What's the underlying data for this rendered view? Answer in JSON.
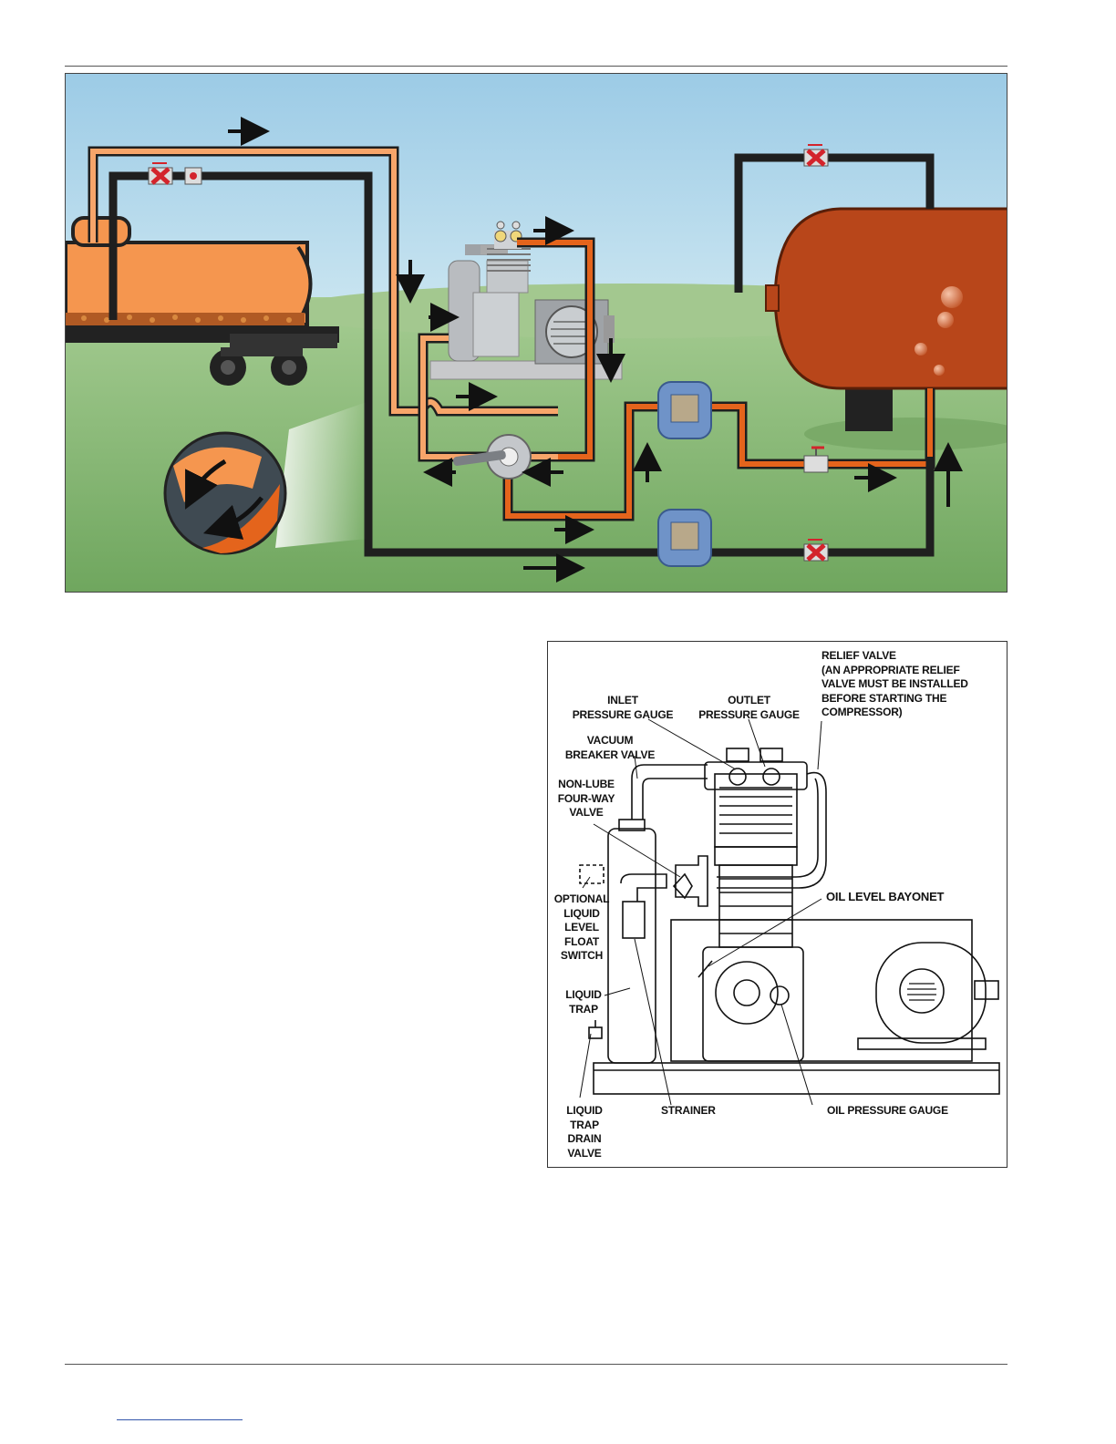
{
  "figure2": {
    "labels": {
      "relief_valve": "RELIEF VALVE\n(AN APPROPRIATE RELIEF\nVALVE MUST BE INSTALLED\nBEFORE STARTING THE\nCOMPRESSOR)",
      "inlet_gauge": "INLET\nPRESSURE GAUGE",
      "outlet_gauge": "OUTLET\nPRESSURE GAUGE",
      "vacuum_breaker": "VACUUM\nBREAKER VALVE",
      "four_way_valve": "NON-LUBE\nFOUR-WAY\nVALVE",
      "oil_level_bayonet": "OIL LEVEL BAYONET",
      "float_switch": "OPTIONAL\nLIQUID\nLEVEL\nFLOAT\nSWITCH",
      "liquid_trap": "LIQUID\nTRAP",
      "drain_valve": "LIQUID\nTRAP\nDRAIN\nVALVE",
      "strainer": "STRAINER",
      "oil_pressure_gauge": "OIL PRESSURE GAUGE"
    }
  },
  "colors": {
    "sky": "#a9d3e8",
    "ground": "#8fbf7d",
    "tank_car": "#f5964f",
    "storage_tank": "#b8461a",
    "light_pipe": "#f7a56a",
    "dark_pipe": "#1f1f1f",
    "transmitter": "#6f93c8"
  }
}
